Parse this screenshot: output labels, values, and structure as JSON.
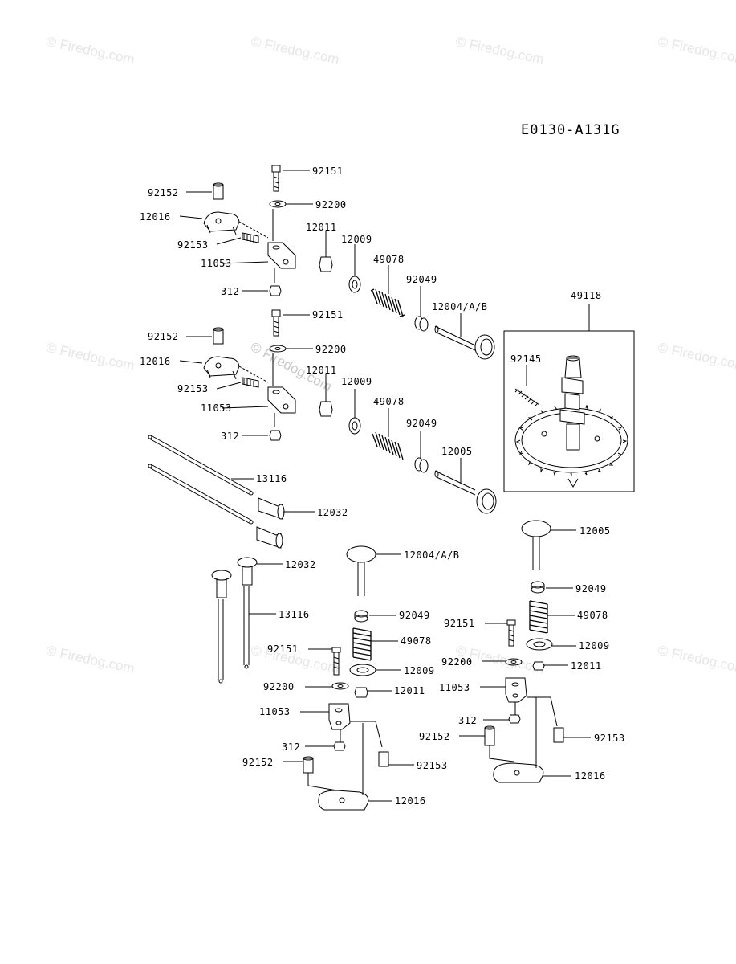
{
  "diagram_id": "E0130-A131G",
  "watermark": "© Firedog.com",
  "parts": {
    "p92151": "92151",
    "p92200": "92200",
    "p92152": "92152",
    "p12016": "12016",
    "p92153": "92153",
    "p12011": "12011",
    "p12009": "12009",
    "p11053": "11053",
    "p49078": "49078",
    "p312": "312",
    "p92049": "92049",
    "p12004AB": "12004/A/B",
    "p49118": "49118",
    "p92145": "92145",
    "p12005": "12005",
    "p13116": "13116",
    "p12032": "12032"
  }
}
